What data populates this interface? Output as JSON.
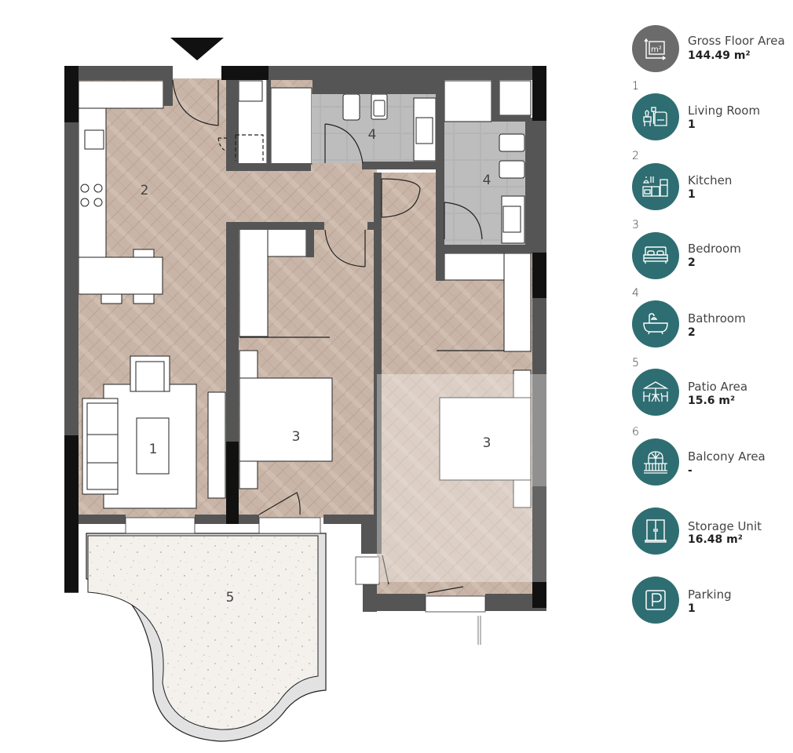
{
  "plan": {
    "entrance_marker": "entrance-arrow",
    "room_labels": [
      {
        "id": "kitchen",
        "num": "2"
      },
      {
        "id": "bath-1",
        "num": "4"
      },
      {
        "id": "bath-2",
        "num": "4"
      },
      {
        "id": "living",
        "num": "1"
      },
      {
        "id": "bedroom-1",
        "num": "3"
      },
      {
        "id": "bedroom-2",
        "num": "3"
      },
      {
        "id": "patio",
        "num": "5"
      }
    ]
  },
  "legend": {
    "gross": {
      "icon": "area-m2-icon",
      "label": "Gross Floor Area",
      "value": "144.49 m²"
    },
    "items": [
      {
        "num": "1",
        "icon": "living-room-icon",
        "label": "Living Room",
        "value": "1"
      },
      {
        "num": "2",
        "icon": "kitchen-icon",
        "label": "Kitchen",
        "value": "1"
      },
      {
        "num": "3",
        "icon": "bed-icon",
        "label": "Bedroom",
        "value": "2"
      },
      {
        "num": "4",
        "icon": "bathtub-icon",
        "label": "Bathroom",
        "value": "2"
      },
      {
        "num": "5",
        "icon": "patio-umbrella-icon",
        "label": "Patio Area",
        "value": "15.6  m²"
      },
      {
        "num": "6",
        "icon": "balcony-icon",
        "label": "Balcony Area",
        "value": "-"
      },
      {
        "num": "",
        "icon": "storage-cabinet-icon",
        "label": "Storage Unit",
        "value": "16.48 m²"
      },
      {
        "num": "",
        "icon": "parking-icon",
        "label": "Parking",
        "value": "1"
      }
    ]
  },
  "colors": {
    "accent_teal": "#2e6e72",
    "gross_gray": "#6b6b6b",
    "wall_dark": "#555555",
    "wall_black": "#111111",
    "wood_floor": "#c8b3a5",
    "tile_floor": "#b8b8b8",
    "terrazzo": "#f3f0ec"
  }
}
